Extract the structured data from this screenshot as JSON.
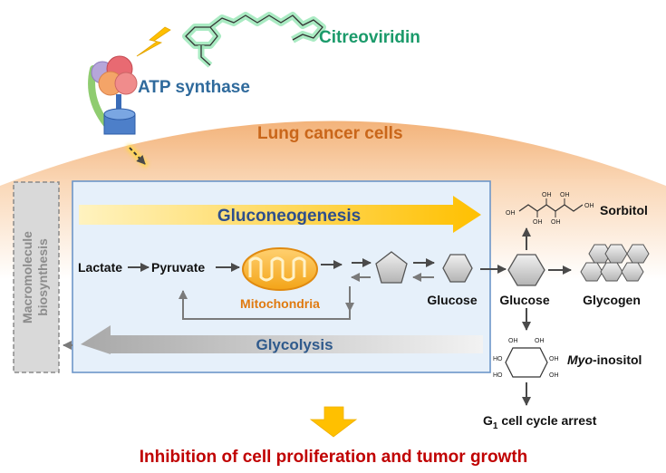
{
  "labels": {
    "citreoviridin": "Citreoviridin",
    "atp_synthase": "ATP synthase",
    "lung_cancer_cells": "Lung cancer cells",
    "gluconeogenesis": "Gluconeogenesis",
    "glycolysis": "Glycolysis",
    "macromolecule_line1": "Macromolecule",
    "macromolecule_line2": "biosynthesis",
    "lactate": "Lactate",
    "pyruvate": "Pyruvate",
    "mitochondria": "Mitochondria",
    "glucose_inside": "Glucose",
    "glucose_outside": "Glucose",
    "glycogen": "Glycogen",
    "sorbitol": "Sorbitol",
    "myo_italic": "Myo",
    "inositol_suffix": "-inositol",
    "g1_prefix": "G",
    "g1_subscript": "1",
    "g1_suffix": " cell cycle arrest",
    "conclusion": "Inhibition of cell proliferation and tumor growth",
    "oh": "OH",
    "ho": "HO"
  },
  "colors": {
    "citreoviridin": "#1a9a6a",
    "atp_synthase": "#2f6a9c",
    "lung_cancer": "#c9661a",
    "gluconeogenesis": "#2f4f8c",
    "glycolysis": "#2f5a8c",
    "mitochondria": "#e07a10",
    "conclusion": "#c00000"
  },
  "icons": {
    "lightning": "lightning-bolt-icon",
    "atp_synthase": "atp-synthase-icon",
    "citreoviridin": "citreoviridin-molecule-icon",
    "mitochondria": "mitochondria-icon"
  }
}
